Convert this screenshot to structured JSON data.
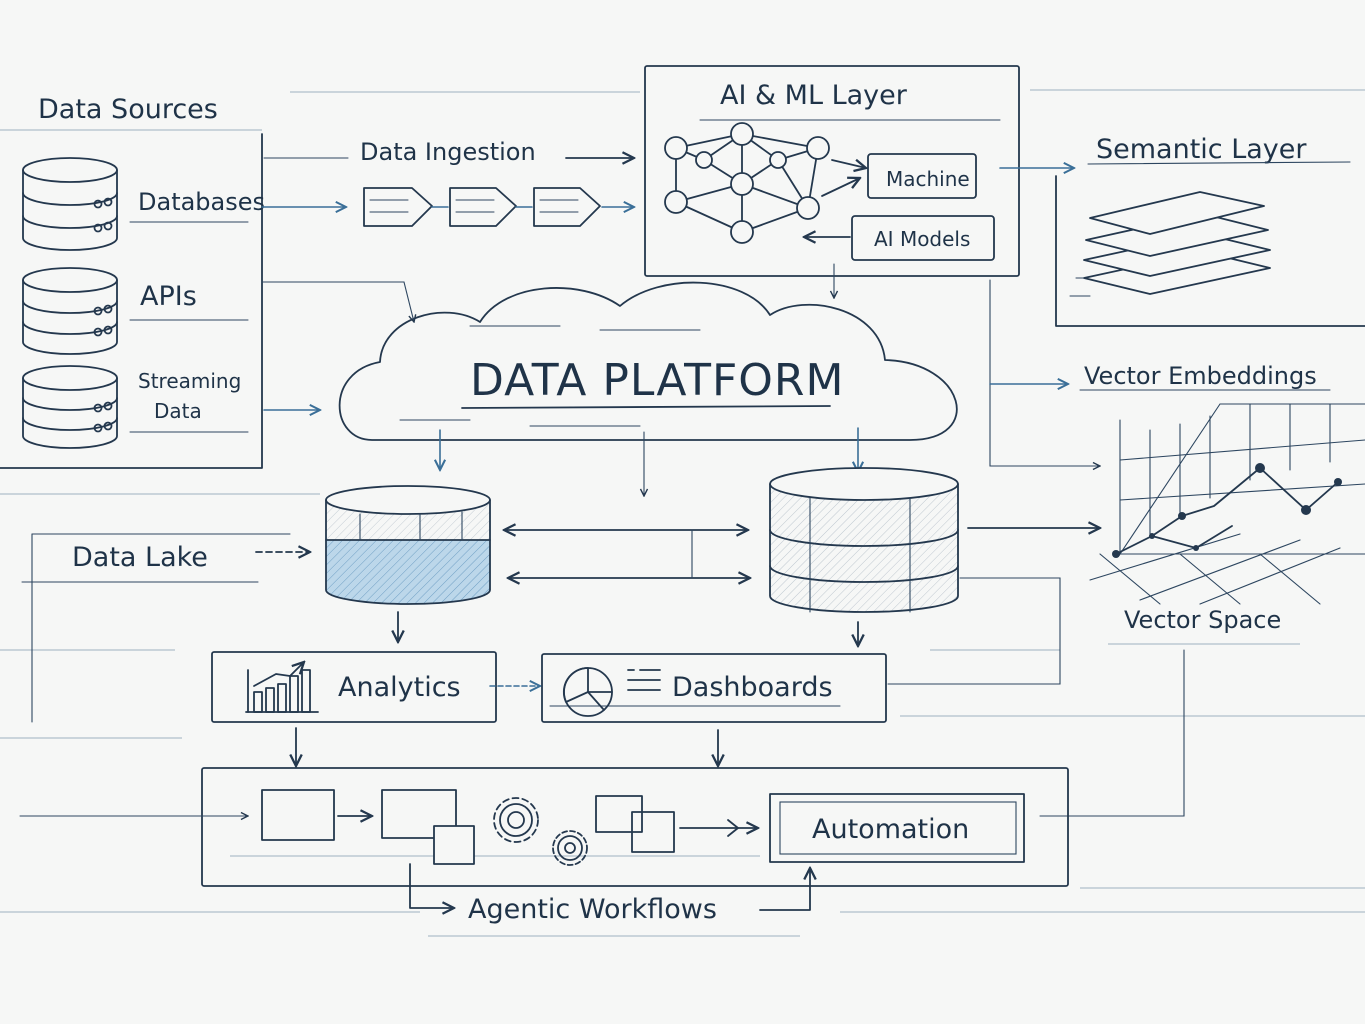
{
  "diagram": {
    "data_sources": {
      "title": "Data Sources",
      "items": [
        "Databases",
        "APIs",
        "Streaming",
        "Data"
      ]
    },
    "ingestion": {
      "label": "Data Ingestion"
    },
    "ai_ml": {
      "title": "AI & ML Layer",
      "machine_label": "Machine",
      "models_label": "AI Models"
    },
    "semantic": {
      "title": "Semantic Layer"
    },
    "platform": {
      "title": "DATA PLATFORM"
    },
    "vector": {
      "embeddings_label": "Vector Embeddings",
      "space_label": "Vector Space"
    },
    "data_lake": {
      "label": "Data Lake"
    },
    "analytics": {
      "label": "Analytics"
    },
    "dashboards": {
      "label": "Dashboards"
    },
    "automation": {
      "label": "Automation"
    },
    "agentic": {
      "label": "Agentic Workflows"
    },
    "colors": {
      "ink": "#24384e",
      "accent": "#3a6f98",
      "fill_blue": "#b9d5e8",
      "paper": "#f6f7f6"
    }
  }
}
